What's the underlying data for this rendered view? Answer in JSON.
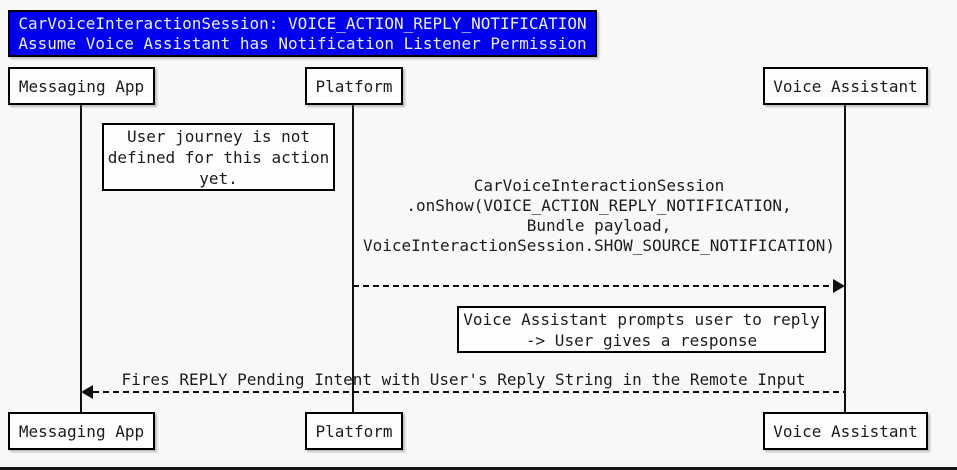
{
  "diagram": {
    "title": {
      "line1": "CarVoiceInteractionSession: VOICE_ACTION_REPLY_NOTIFICATION",
      "line2": "Assume Voice Assistant has Notification Listener Permission"
    },
    "participants": [
      {
        "label": "Messaging App"
      },
      {
        "label": "Platform"
      },
      {
        "label": "Voice Assistant"
      }
    ],
    "notes": [
      {
        "lines": [
          "User journey is not",
          "defined for this action",
          "yet."
        ]
      },
      {
        "lines": [
          "Voice Assistant prompts user to reply",
          "-> User gives a response"
        ]
      }
    ],
    "messages": [
      {
        "from": "Platform",
        "to": "Voice Assistant",
        "style": "dashed-arrow-right",
        "lines": [
          "CarVoiceInteractionSession",
          ".onShow(VOICE_ACTION_REPLY_NOTIFICATION,",
          "Bundle payload,",
          "VoiceInteractionSession.SHOW_SOURCE_NOTIFICATION)"
        ]
      },
      {
        "from": "Voice Assistant",
        "to": "Messaging App",
        "style": "dashed-arrow-left",
        "lines": [
          "Fires REPLY Pending Intent with User's Reply String in the Remote Input"
        ]
      }
    ],
    "colors": {
      "title_bg": "#0000EE",
      "title_text": "#ECECEC",
      "line": "#101010",
      "box_fill": "#FDFDFD",
      "page_bg": "#F8F8F8"
    }
  }
}
